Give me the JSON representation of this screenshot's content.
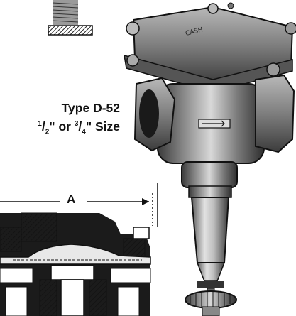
{
  "caption": {
    "line1": "Type D-52",
    "size_num1": "1",
    "size_den1": "2",
    "size_num2": "3",
    "size_den2": "4",
    "size_or": "\" or ",
    "size_suffix": "\" Size"
  },
  "dimension_label": "A",
  "nameplate_text": "CASH"
}
